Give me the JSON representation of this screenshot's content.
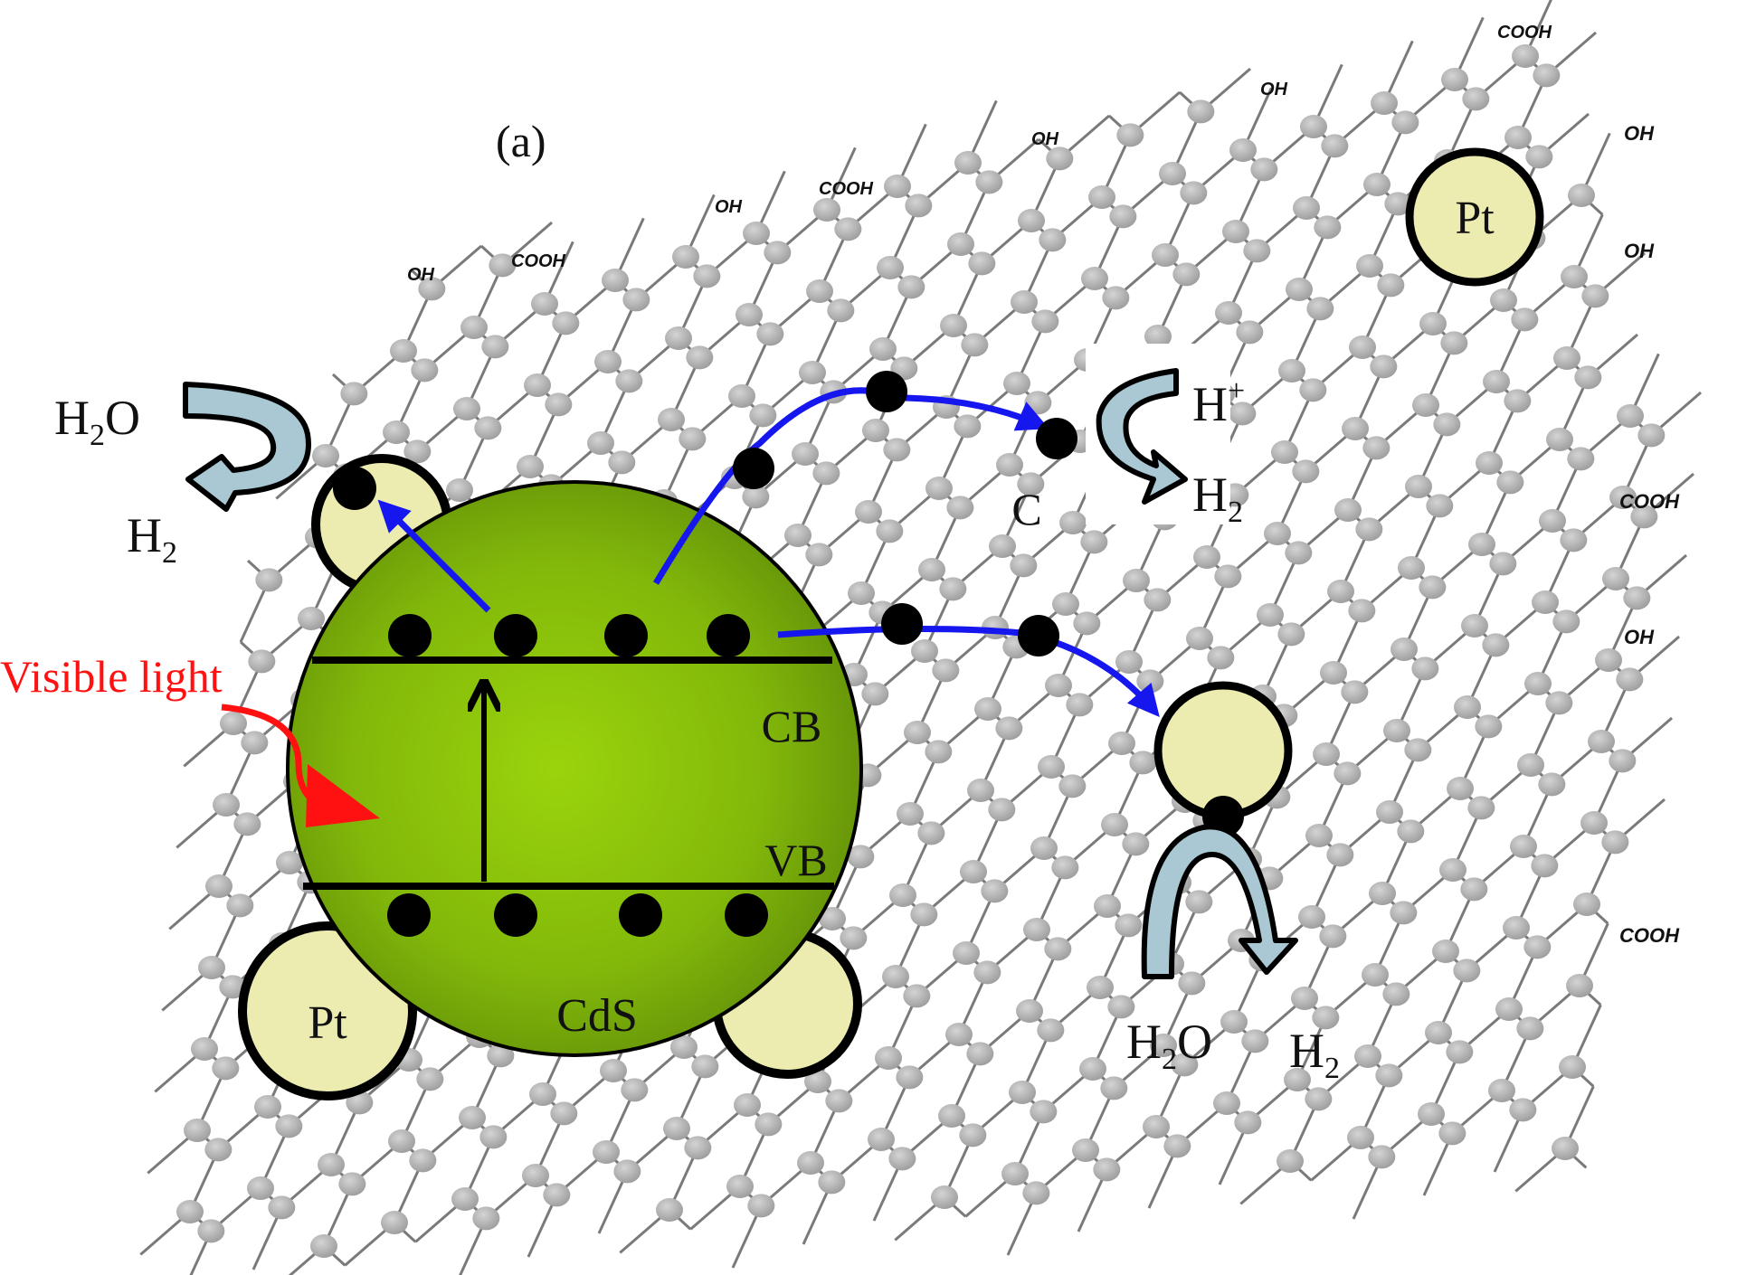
{
  "figure": {
    "panel_label": "(a)",
    "colors": {
      "cds_particle": "#8cc20a",
      "pt_particle": "#ecebb0",
      "electron_path": "#1616ee",
      "light_arrow": "#ff1111",
      "h2o_arrow_fill": "#a9c8d3",
      "lattice_atom": "#b3b3b3"
    }
  },
  "graphene": {
    "functional_groups": {
      "oh": "OH",
      "cooh": "COOH"
    }
  },
  "cds": {
    "label": "CdS",
    "cb_label": "CB",
    "vb_label": "VB"
  },
  "light": {
    "label": "Visible light"
  },
  "pt": {
    "label": "Pt"
  },
  "reactions": {
    "left": {
      "reactant_main": "H",
      "reactant_sub": "2",
      "reactant_tail": "O",
      "product_main": "H",
      "product_sub": "2"
    },
    "carbon_site": {
      "site_label": "C",
      "reactant_main": "H",
      "reactant_sup": "+",
      "product_main": "H",
      "product_sub": "2"
    },
    "right": {
      "reactant_main": "H",
      "reactant_sub": "2",
      "reactant_tail": "O",
      "product_main": "H",
      "product_sub": "2"
    }
  },
  "icons": {
    "excitation": "arrow-up-icon",
    "light": "wavy-red-arrow-icon",
    "reaction": "curved-arrow-icon"
  }
}
